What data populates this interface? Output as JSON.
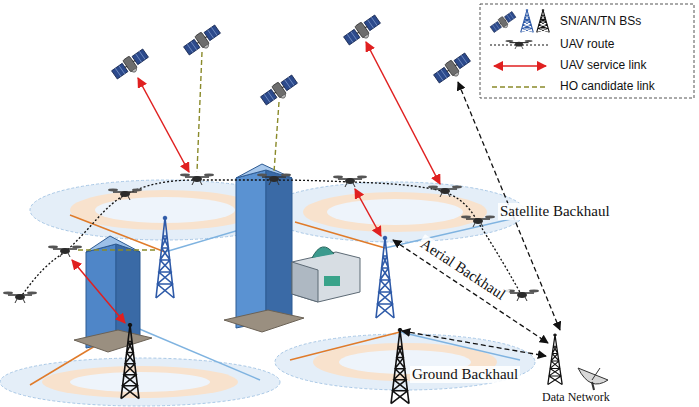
{
  "diagram": {
    "labels": [
      "Satellite Backhaul",
      "Aerial Backhaul",
      "Ground Backhaul",
      "Data Network"
    ],
    "legend": [
      {
        "text": "SN/AN/TN BSs"
      },
      {
        "text": "UAV route"
      },
      {
        "text": "UAV service link"
      },
      {
        "text": "HO candidate link"
      }
    ]
  }
}
